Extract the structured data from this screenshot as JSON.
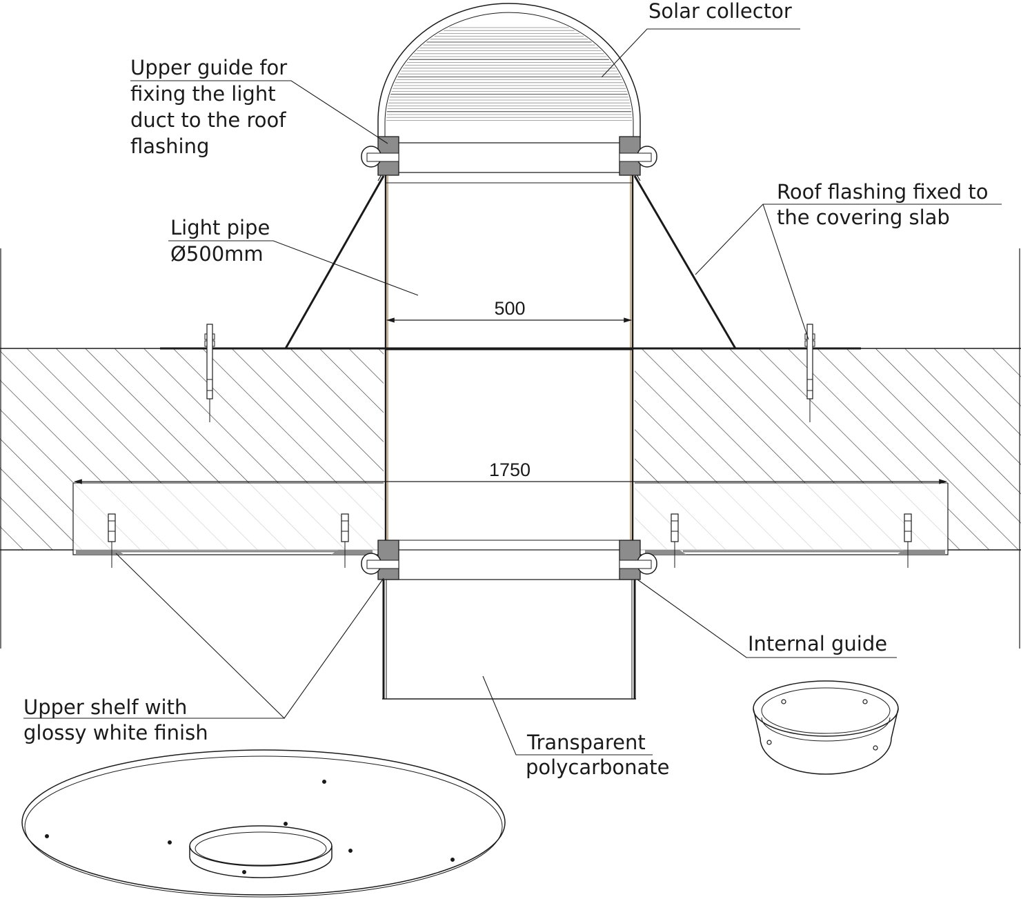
{
  "labels": {
    "solar_collector": "Solar collector",
    "upper_guide": [
      "Upper guide for",
      "fixing the light",
      "duct to the roof",
      "flashing"
    ],
    "roof_flashing": [
      "Roof flashing fixed to",
      "the covering slab"
    ],
    "light_pipe": [
      "Light pipe",
      "Ø500mm"
    ],
    "internal_guide": "Internal guide",
    "upper_shelf": [
      "Upper shelf with",
      "glossy white finish"
    ],
    "transparent": [
      "Transparent",
      "polycarbonate"
    ]
  },
  "dimensions": {
    "pipe_width": "500",
    "shelf_width": "1750"
  },
  "colors": {
    "line": "#1a1a1a",
    "hatch": "#3a3a3a",
    "fill_grey": "#8c8c8c",
    "pipe_accent": "#b5772e",
    "background": "#ffffff"
  }
}
